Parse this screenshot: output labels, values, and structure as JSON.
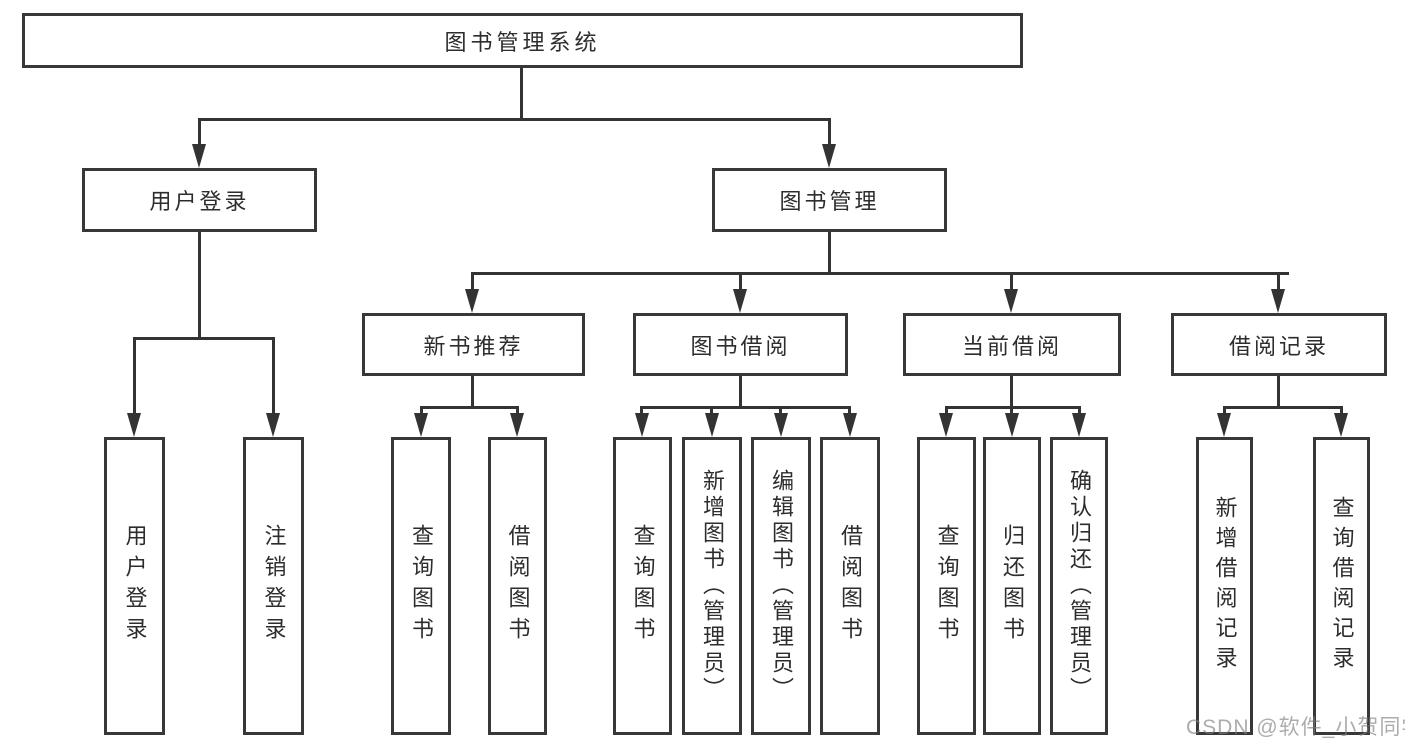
{
  "colors": {
    "background": "#ffffff",
    "box_border": "#383838",
    "line": "#333333",
    "text": "#2d2d2d",
    "watermark": "#827e7e"
  },
  "watermark": {
    "text": "CSDN @软件_小贺同学"
  },
  "tree": {
    "root": {
      "label": "图书管理系统",
      "children": [
        {
          "label": "用户登录",
          "children": [
            {
              "label": "用户登录"
            },
            {
              "label": "注销登录"
            }
          ]
        },
        {
          "label": "图书管理",
          "children": [
            {
              "label": "新书推荐",
              "children": [
                {
                  "label": "查询图书"
                },
                {
                  "label": "借阅图书"
                }
              ]
            },
            {
              "label": "图书借阅",
              "children": [
                {
                  "label": "查询图书"
                },
                {
                  "label": "新增图书（管理员）"
                },
                {
                  "label": "编辑图书（管理员）"
                },
                {
                  "label": "借阅图书"
                }
              ]
            },
            {
              "label": "当前借阅",
              "children": [
                {
                  "label": "查询图书"
                },
                {
                  "label": "归还图书"
                },
                {
                  "label": "确认归还（管理员）"
                }
              ]
            },
            {
              "label": "借阅记录",
              "children": [
                {
                  "label": "新增借阅记录"
                },
                {
                  "label": "查询借阅记录"
                }
              ]
            }
          ]
        }
      ]
    }
  }
}
